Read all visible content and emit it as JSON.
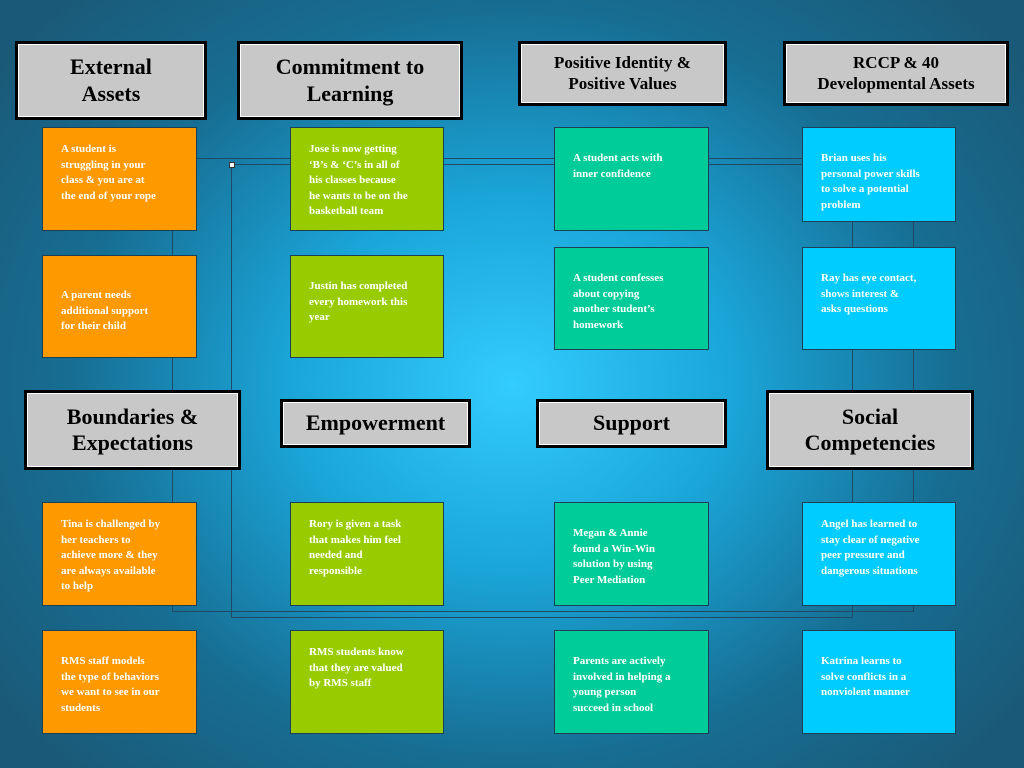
{
  "headers": {
    "external_assets": "External\nAssets",
    "commitment": "Commitment to\nLearning",
    "positive_identity": "Positive Identity &\nPositive Values",
    "rccp": "RCCP & 40\nDevelopmental Assets",
    "boundaries": "Boundaries &\nExpectations",
    "empowerment": "Empowerment",
    "support": "Support",
    "social": "Social\nCompetencies"
  },
  "cards": {
    "c1": "A student is\nstruggling in your\nclass & you are at\nthe end of your rope",
    "c2": "A parent needs\nadditional support\nfor their child",
    "c3": "Jose is now getting\n‘B’s & ‘C’s in all of\nhis classes because\nhe wants to be on the\nbasketball team",
    "c4": "Justin has completed\nevery homework this\nyear",
    "c5": "A student acts with\ninner confidence",
    "c6": "A student confesses\nabout  copying\nanother student’s\nhomework",
    "c7": "Brian uses his\npersonal power skills\nto solve a potential\nproblem",
    "c8": "Ray has eye contact,\nshows interest &\nasks questions",
    "c9": "Tina is challenged by\nher teachers to\nachieve more & they\nare always available\nto help",
    "c10": "RMS staff models\nthe type of behaviors\nwe want to see in our\nstudents",
    "c11": "Rory is given a task\nthat makes him feel\nneeded and\nresponsible",
    "c12": "RMS students know\nthat they are valued\nby RMS staff",
    "c13": "Megan & Annie\nfound a Win-Win\nsolution by using\nPeer Mediation",
    "c14": "Parents are actively\ninvolved in helping a\nyoung person\nsucceed in school",
    "c15": "Angel has learned to\nstay clear of negative\npeer pressure and\ndangerous situations",
    "c16": "Katrina learns to\nsolve conflicts in a\nnonviolent manner"
  },
  "colors": {
    "orange": "#ff9900",
    "green": "#99cc00",
    "teal": "#00cc99",
    "cyan": "#00ccff",
    "header": "#c8c8c8"
  }
}
